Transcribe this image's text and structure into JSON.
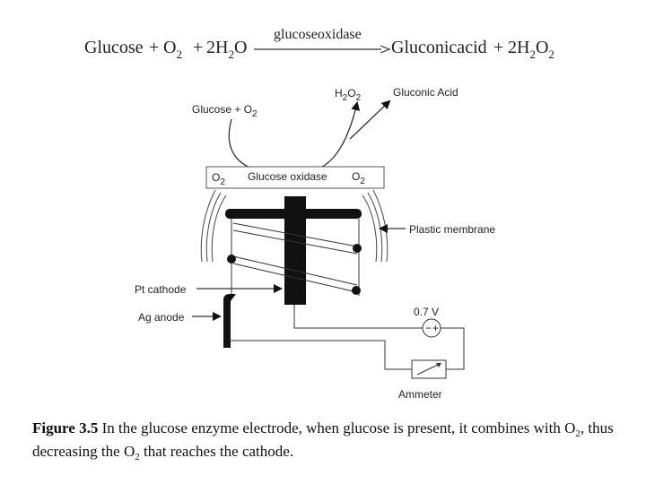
{
  "equation": {
    "glucose": "Glucose",
    "plus1": "+",
    "o": "O",
    "o_sub": "2",
    "plus2": "+",
    "water_coef": "2H",
    "water_sub": "2",
    "water_o": "O",
    "enzyme": "glucoseoxidase",
    "product": "Gluconicacid",
    "plus3": "+",
    "peroxide_h": "2H",
    "peroxide_h_sub": "2",
    "peroxide_o": "O",
    "peroxide_o_sub": "2"
  },
  "diagram": {
    "label_glucose_o2": "Glucose + O",
    "label_glucose_o2_sub": "2",
    "label_h2o2_h": "H",
    "label_h2o2_h_sub": "2",
    "label_h2o2_o": "O",
    "label_h2o2_o_sub": "2",
    "label_gluconic": "Gluconic Acid",
    "label_enzyme_o2_left": "O",
    "label_enzyme_o2_left_sub": "2",
    "label_enzyme_mid": "Glucose oxidase",
    "label_enzyme_o2_right": "O",
    "label_enzyme_o2_right_sub": "2",
    "label_membrane": "Plastic membrane",
    "label_pt": "Pt cathode",
    "label_ag": "Ag anode",
    "label_voltage": "0.7 V",
    "label_ammeter": "Ammeter"
  },
  "caption": {
    "fig_label": "Figure 3.5",
    "text_a": " In the glucose enzyme electrode, when glucose is present, it combines with O",
    "sub_a": "2",
    "text_b": ", thus decreasing the O",
    "sub_b": "2",
    "text_c": " that reaches the cathode."
  }
}
